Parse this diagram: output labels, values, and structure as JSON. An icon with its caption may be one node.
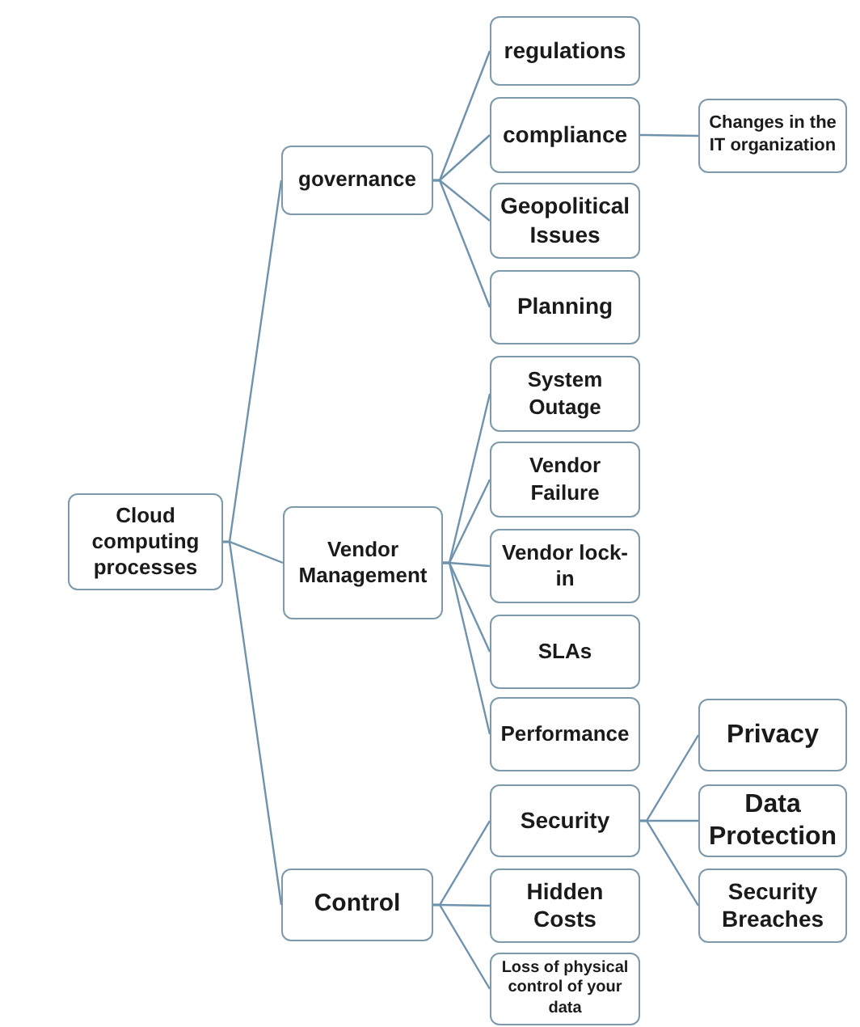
{
  "diagram": {
    "nodes": [
      {
        "text": [
          "Cloud computing processes"
        ]
      },
      {
        "text": [
          "governance"
        ]
      },
      {
        "text": [
          "regulations"
        ]
      },
      {
        "text": [
          "compliance"
        ]
      },
      {
        "text": [
          "Changes in the IT organization"
        ]
      },
      {
        "text": [
          "Geopolitical Issues"
        ]
      },
      {
        "text": [
          "Planning"
        ]
      },
      {
        "text": [
          "Vendor Management"
        ]
      },
      {
        "text": [
          "System Outage"
        ]
      },
      {
        "text": [
          "Vendor Failure"
        ]
      },
      {
        "text": [
          "Vendor lock-in"
        ]
      },
      {
        "text": [
          "SLAs"
        ]
      },
      {
        "text": [
          "Performance"
        ]
      },
      {
        "text": [
          "Control"
        ]
      },
      {
        "text": [
          "Security"
        ]
      },
      {
        "text": [
          "Privacy"
        ]
      },
      {
        "text": [
          "Data Protection"
        ]
      },
      {
        "text": [
          "Security Breaches"
        ]
      },
      {
        "text": [
          "Hidden Costs"
        ]
      },
      {
        "text": [
          "Loss of physical control of your data"
        ]
      }
    ],
    "edges": [
      {
        "from": 0,
        "to": 1,
        "arrow": "none"
      },
      {
        "from": 0,
        "to": 7,
        "arrow": "none"
      },
      {
        "from": 0,
        "to": 13,
        "arrow": "none"
      },
      {
        "from": 1,
        "to": 2,
        "arrow": "none"
      },
      {
        "from": 1,
        "to": 3,
        "arrow": "none"
      },
      {
        "from": 1,
        "to": 5,
        "arrow": "none"
      },
      {
        "from": 1,
        "to": 6,
        "arrow": "none"
      },
      {
        "from": 3,
        "to": 4,
        "arrow": "none"
      },
      {
        "from": 7,
        "to": 8,
        "arrow": "none"
      },
      {
        "from": 7,
        "to": 9,
        "arrow": "none"
      },
      {
        "from": 7,
        "to": 10,
        "arrow": "none"
      },
      {
        "from": 7,
        "to": 11,
        "arrow": "none"
      },
      {
        "from": 7,
        "to": 12,
        "arrow": "none"
      },
      {
        "from": 13,
        "to": 14,
        "arrow": "none"
      },
      {
        "from": 13,
        "to": 18,
        "arrow": "none"
      },
      {
        "from": 13,
        "to": 19,
        "arrow": "none"
      },
      {
        "from": 14,
        "to": 15,
        "arrow": "none"
      },
      {
        "from": 14,
        "to": 16,
        "arrow": "none"
      },
      {
        "from": 14,
        "to": 17,
        "arrow": "none"
      }
    ]
  }
}
